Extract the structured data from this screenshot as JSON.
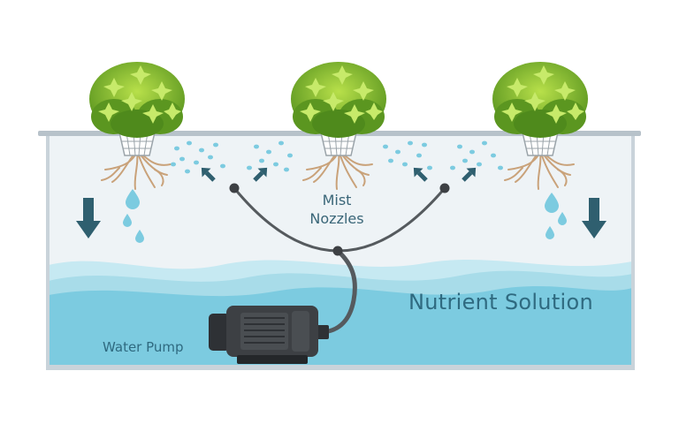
{
  "labels": {
    "mist_nozzles_line1": "Mist",
    "mist_nozzles_line2": "Nozzles",
    "nutrient_solution": "Nutrient Solution",
    "water_pump": "Water Pump"
  },
  "colors": {
    "tank_frame": "#c9d3da",
    "tank_lid": "#b7c2ca",
    "air_space": "#eef3f6",
    "water_light": "#a8dce9",
    "water_mid": "#86cde3",
    "water_deep": "#7ccbe0",
    "mist": "#7ccbe0",
    "arrow_dark": "#2f5f6f",
    "pipe": "#555a5e",
    "pump_body": "#3d4044",
    "plant_dark": "#4f8a1c",
    "plant_light": "#9ccf3a",
    "roots": "#c9a27a",
    "text": "#2f6a80"
  },
  "icons": [
    "plant-icon",
    "basket-icon",
    "roots-icon",
    "water-droplet-icon",
    "down-arrow-icon",
    "mist-arrow-icon",
    "nozzle-icon",
    "water-pump-icon"
  ]
}
